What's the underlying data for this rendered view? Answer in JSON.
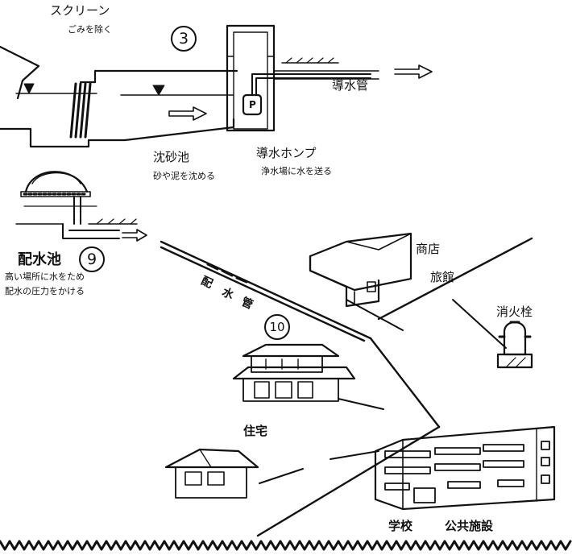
{
  "intake": {
    "screen_title": "スクリーン",
    "screen_desc": "ごみを除く",
    "number": "3",
    "pipe_label": "導水管",
    "pump_symbol": "P",
    "sand_basin_title": "沈砂池",
    "sand_basin_desc": "砂や泥を沈める",
    "pump_title": "導水ホンプ",
    "pump_desc": "浄水場に水を送る"
  },
  "distribution": {
    "reservoir_title": "配水池",
    "number": "9",
    "reservoir_desc_1": "高い場所に水をため",
    "reservoir_desc_2": "配水の圧力をかける",
    "main_char_1": "配",
    "main_char_2": "水",
    "main_char_3": "管"
  },
  "town": {
    "number": "10",
    "shop": "商店",
    "inn": "旅館",
    "hydrant": "消火栓",
    "house": "住宅",
    "school": "学校",
    "public": "公共施設"
  }
}
